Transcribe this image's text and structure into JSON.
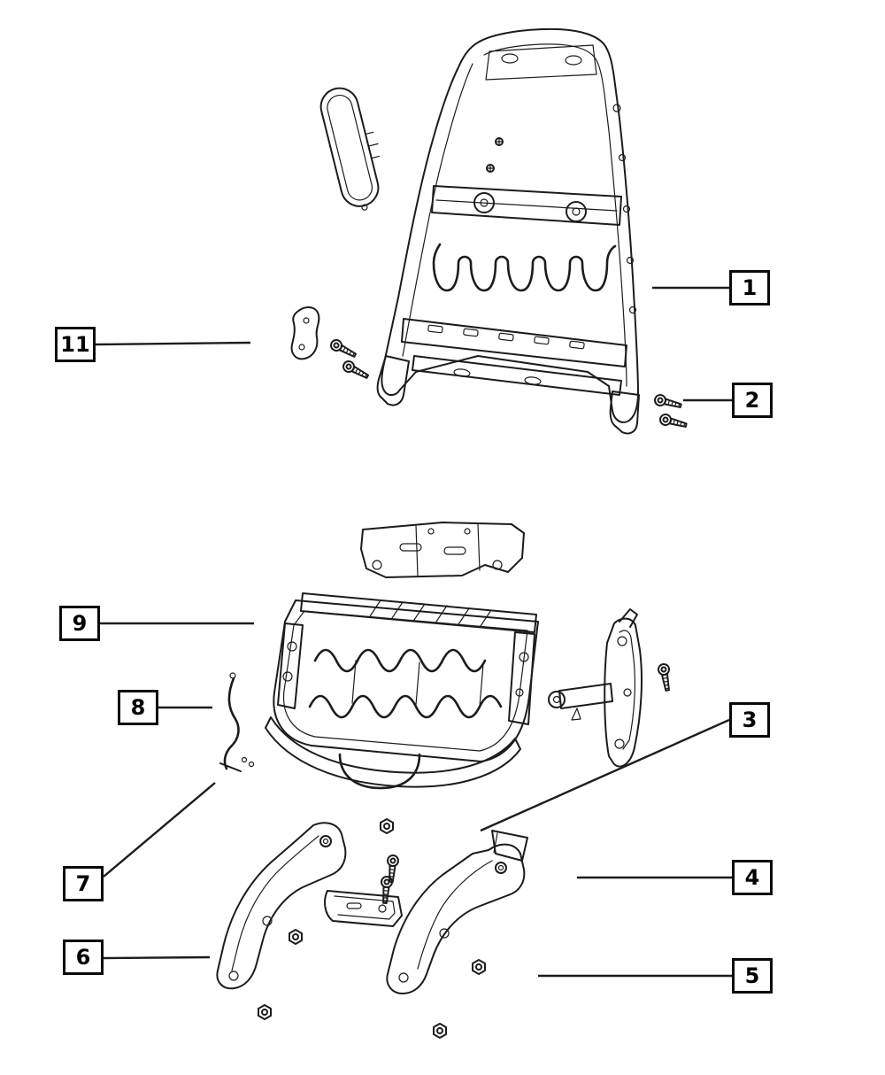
{
  "diagram": {
    "callouts": [
      {
        "label": "1"
      },
      {
        "label": "2"
      },
      {
        "label": "3"
      },
      {
        "label": "4"
      },
      {
        "label": "5"
      },
      {
        "label": "6"
      },
      {
        "label": "7"
      },
      {
        "label": "8"
      },
      {
        "label": "9"
      },
      {
        "label": "11"
      }
    ],
    "colors": {
      "line": "#1c1c1c",
      "background": "#ffffff",
      "callout_border": "#0a0a0a",
      "callout_text": "#000000"
    }
  }
}
